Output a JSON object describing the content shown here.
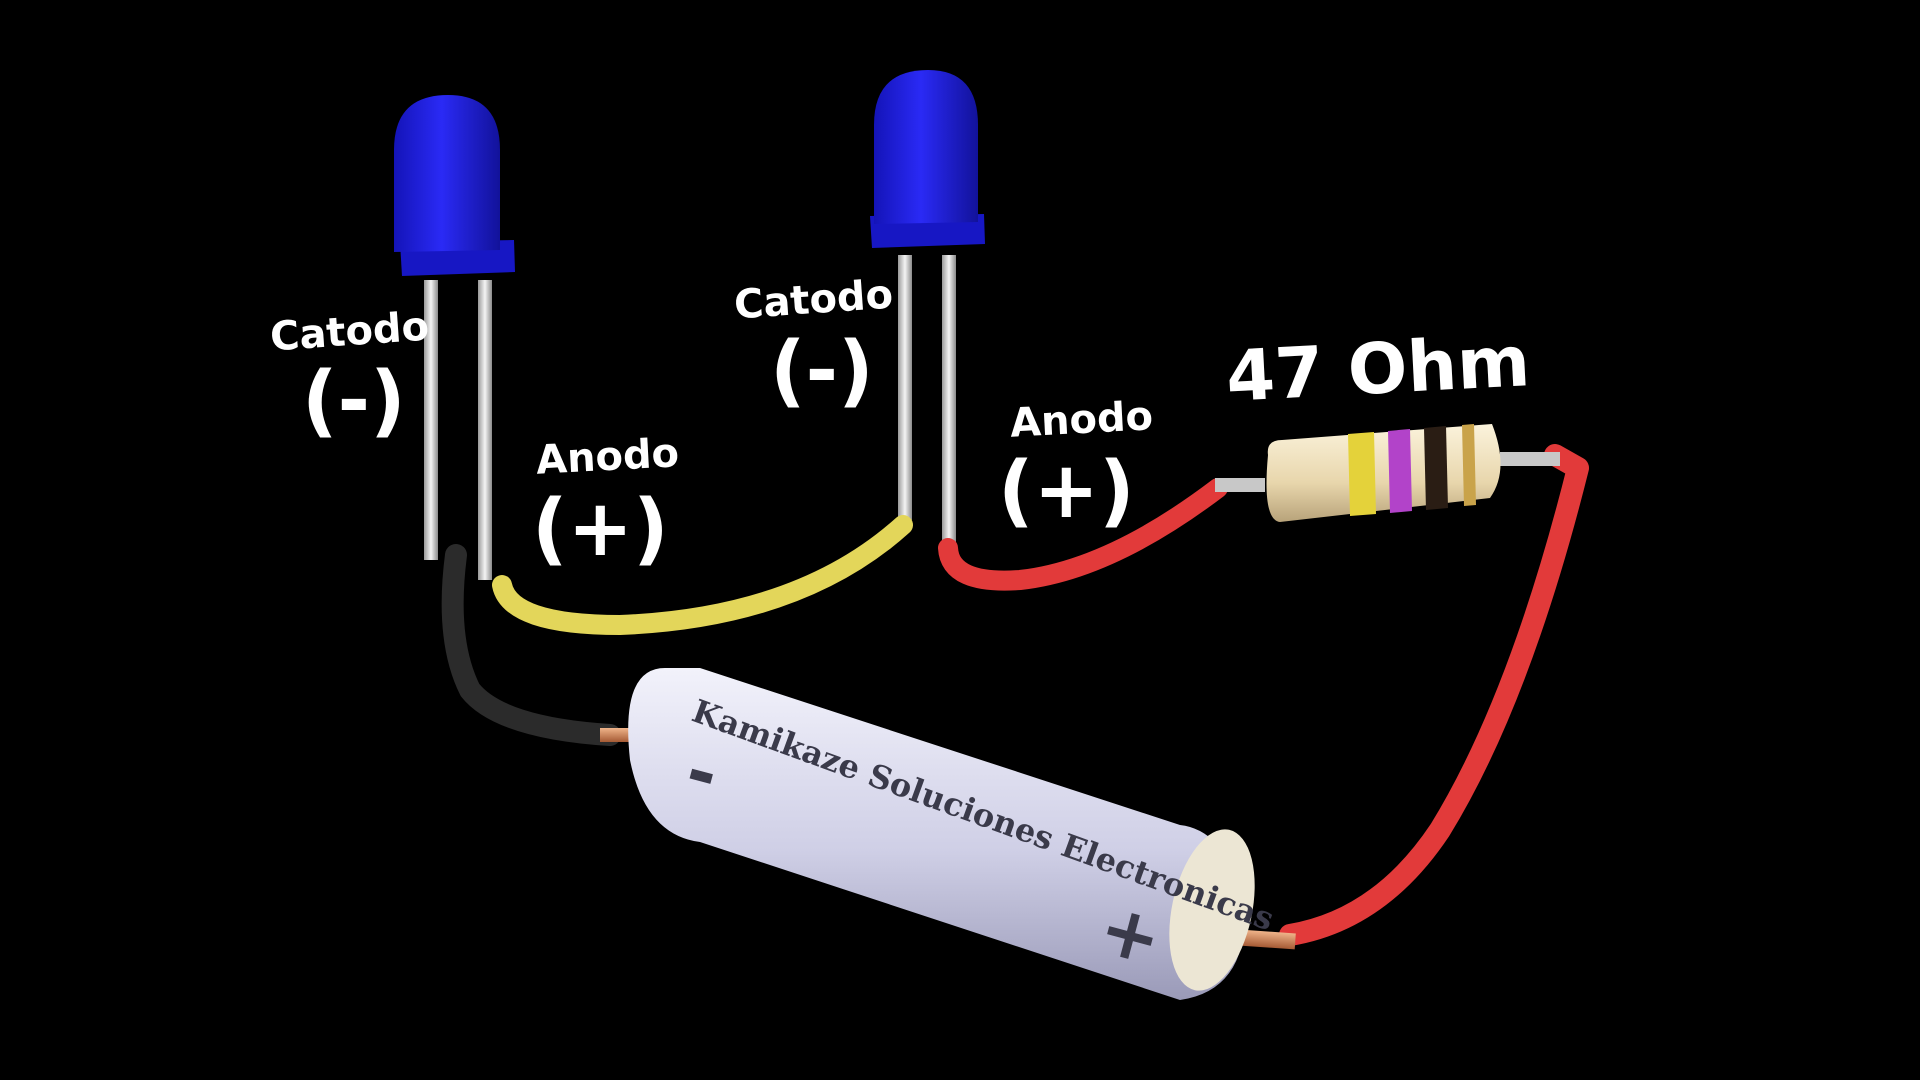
{
  "labels": {
    "led1_cathode": "Catodo",
    "led1_cathode_sign": "(-)",
    "led1_anode": "Anodo",
    "led1_anode_sign": "(+)",
    "led2_cathode": "Catodo",
    "led2_cathode_sign": "(-)",
    "led2_anode": "Anodo",
    "led2_anode_sign": "(+)",
    "resistor_value": "47 Ohm"
  },
  "battery": {
    "brand_text": "Kamikaze Soluciones Electronicas",
    "negative_mark": "-",
    "positive_mark": "+"
  },
  "colors": {
    "background": "#000000",
    "led_body": "#1f1fe8",
    "wire_black": "#2b2b2b",
    "wire_yellow": "#e3d65a",
    "wire_red": "#e23a3a",
    "battery_body": "#cfcfe6",
    "resistor_body": "#ecdcb8",
    "label_text": "#ffffff"
  }
}
